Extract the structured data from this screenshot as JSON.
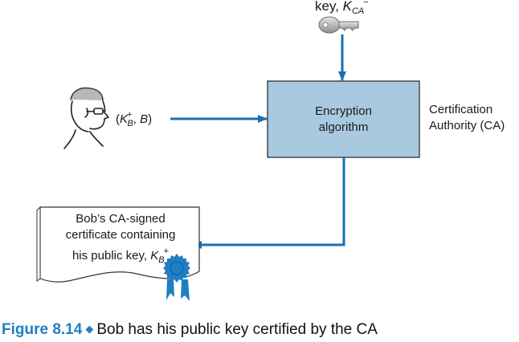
{
  "key_label": {
    "prefix": "key, ",
    "symbol": "K",
    "subscript": "CA",
    "superscript": "−"
  },
  "pair_label": {
    "open": "(",
    "symbol": "K",
    "subscript": "B",
    "superscript": "+",
    "sep": ", ",
    "name": "B",
    "close": ")"
  },
  "encryption_box": {
    "line1": "Encryption",
    "line2": "algorithm"
  },
  "ca_label": {
    "line1": "Certification",
    "line2": "Authority (CA)"
  },
  "certificate": {
    "line1": "Bob’s CA-signed",
    "line2": "certificate containing",
    "line3_prefix": "his public key, ",
    "symbol": "K",
    "subscript": "B",
    "superscript": "+"
  },
  "caption": {
    "figure_number": "Figure 8.14",
    "text": "Bob has his public key certified by the CA"
  },
  "colors": {
    "arrow": "#1670b3",
    "box_fill": "#a9c9e1",
    "box_border": "#222222",
    "ribbon": "#1f7fc4",
    "caption_accent": "#1f7fc4"
  },
  "icons": [
    "key-icon",
    "bob-person-icon",
    "ribbon-seal-icon"
  ]
}
